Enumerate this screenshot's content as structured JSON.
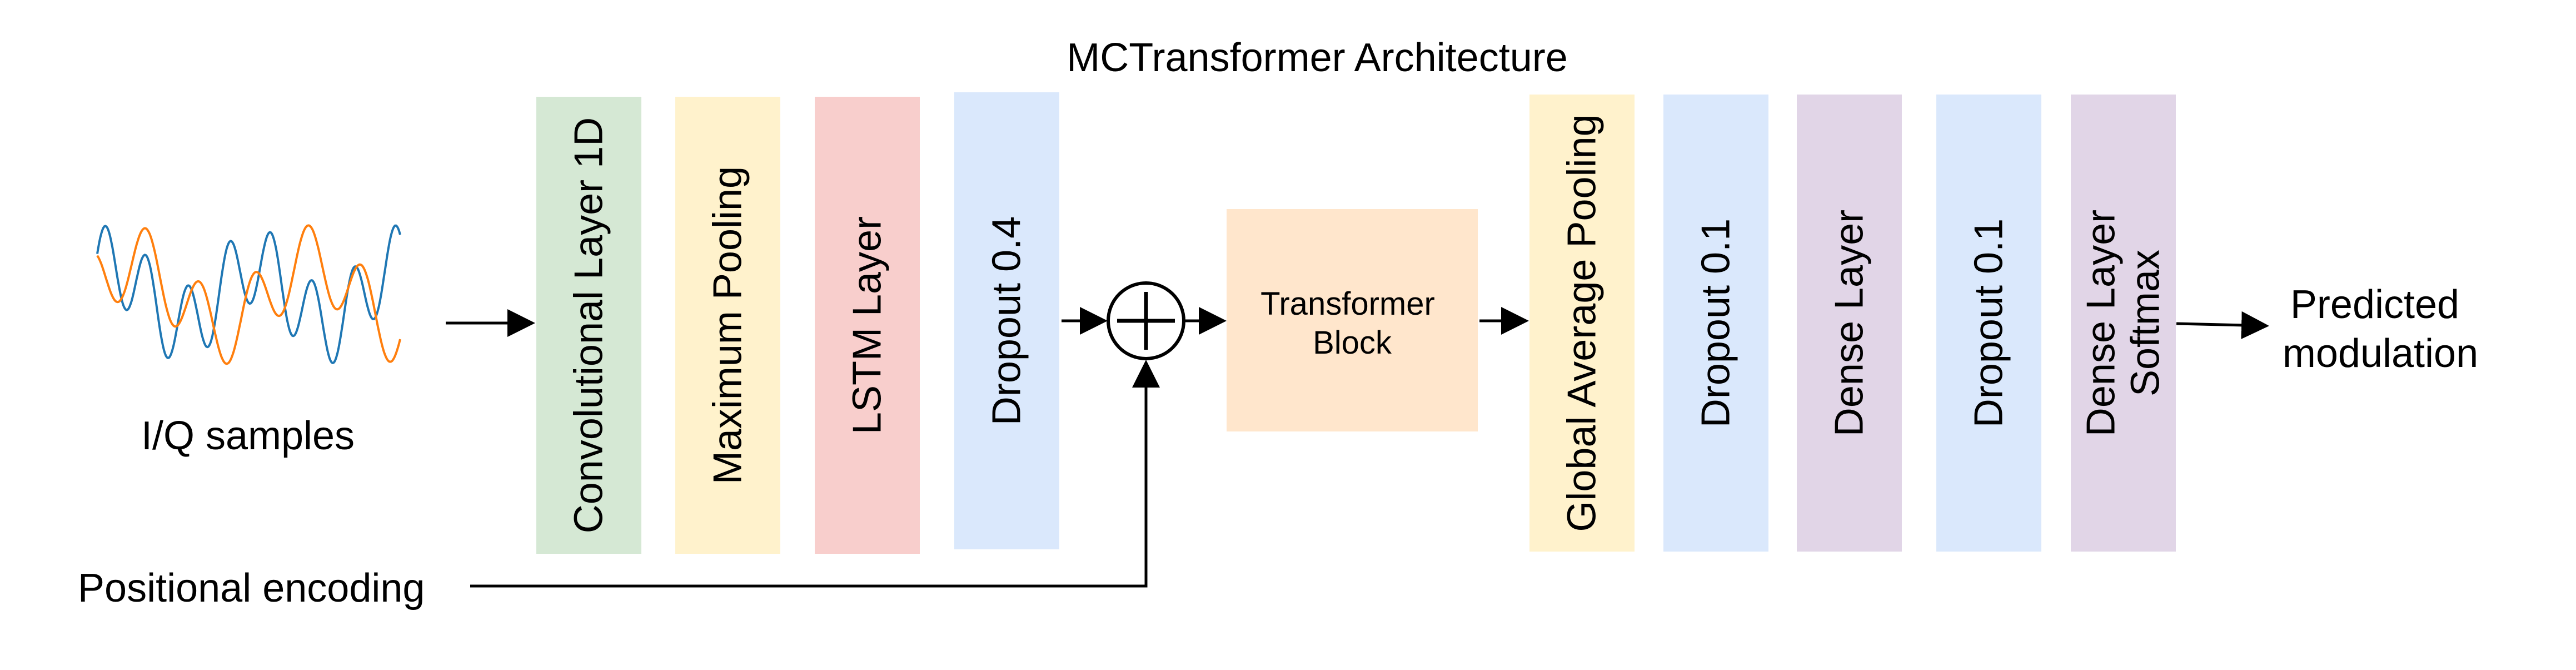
{
  "title": "MCTransformer Architecture",
  "inputs": {
    "iq_samples": "I/Q samples",
    "positional_encoding": "Positional encoding"
  },
  "output": {
    "line1": "Predicted",
    "line2": "modulation"
  },
  "transformer_block": {
    "line1": "Transformer",
    "line2": "Block",
    "color": "#ffe6cc"
  },
  "combiner": {
    "symbol": "add-circle-icon"
  },
  "blocks": [
    {
      "id": "conv1d",
      "lines": [
        "Convolutional Layer 1D"
      ],
      "color": "#d5e8d4"
    },
    {
      "id": "maxpool",
      "lines": [
        "Maximum Pooling"
      ],
      "color": "#fff2cc"
    },
    {
      "id": "lstm",
      "lines": [
        "LSTM Layer"
      ],
      "color": "#f8cecc"
    },
    {
      "id": "dropout1",
      "lines": [
        "Dropout 0.4"
      ],
      "color": "#dae8fc"
    },
    {
      "id": "gap",
      "lines": [
        "Global Average Pooling"
      ],
      "color": "#fff2cc"
    },
    {
      "id": "dropout2",
      "lines": [
        "Dropout 0.1"
      ],
      "color": "#dae8fc"
    },
    {
      "id": "dense1",
      "lines": [
        "Dense Layer"
      ],
      "color": "#e1d5e7"
    },
    {
      "id": "dropout3",
      "lines": [
        "Dropout 0.1"
      ],
      "color": "#dae8fc"
    },
    {
      "id": "dense2",
      "lines": [
        "Dense Layer",
        "Softmax"
      ],
      "color": "#e1d5e7"
    }
  ],
  "signal_colors": {
    "i_channel": "#1f77b4",
    "q_channel": "#ff7f0e"
  }
}
